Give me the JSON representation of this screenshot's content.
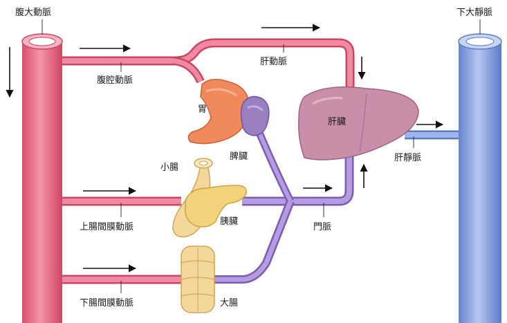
{
  "labels": {
    "aorta": "腹大動脈",
    "ivc": "下大靜脈",
    "celiac_artery": "腹腔動脈",
    "hepatic_artery": "肝動脈",
    "stomach": "胃",
    "spleen": "脾臟",
    "liver": "肝臟",
    "hepatic_vein": "肝靜脈",
    "small_intestine": "小腸",
    "pancreas": "胰臟",
    "superior_mesenteric_artery": "上腸間膜動脈",
    "portal_vein": "門脈",
    "inferior_mesenteric_artery": "下腸間膜動脈",
    "large_intestine": "大腸"
  },
  "colors": {
    "artery": "#e9748e",
    "artery_dark": "#c94562",
    "vein": "#8ea6e0",
    "vein_dark": "#5c79c2",
    "portal": "#a88ad4",
    "portal_dark": "#7b5cb0",
    "stomach": "#f08a5d",
    "spleen": "#9a7fc0",
    "liver": "#c98fa8",
    "intestine": "#f4d79a",
    "pancreas": "#f3d37a"
  }
}
